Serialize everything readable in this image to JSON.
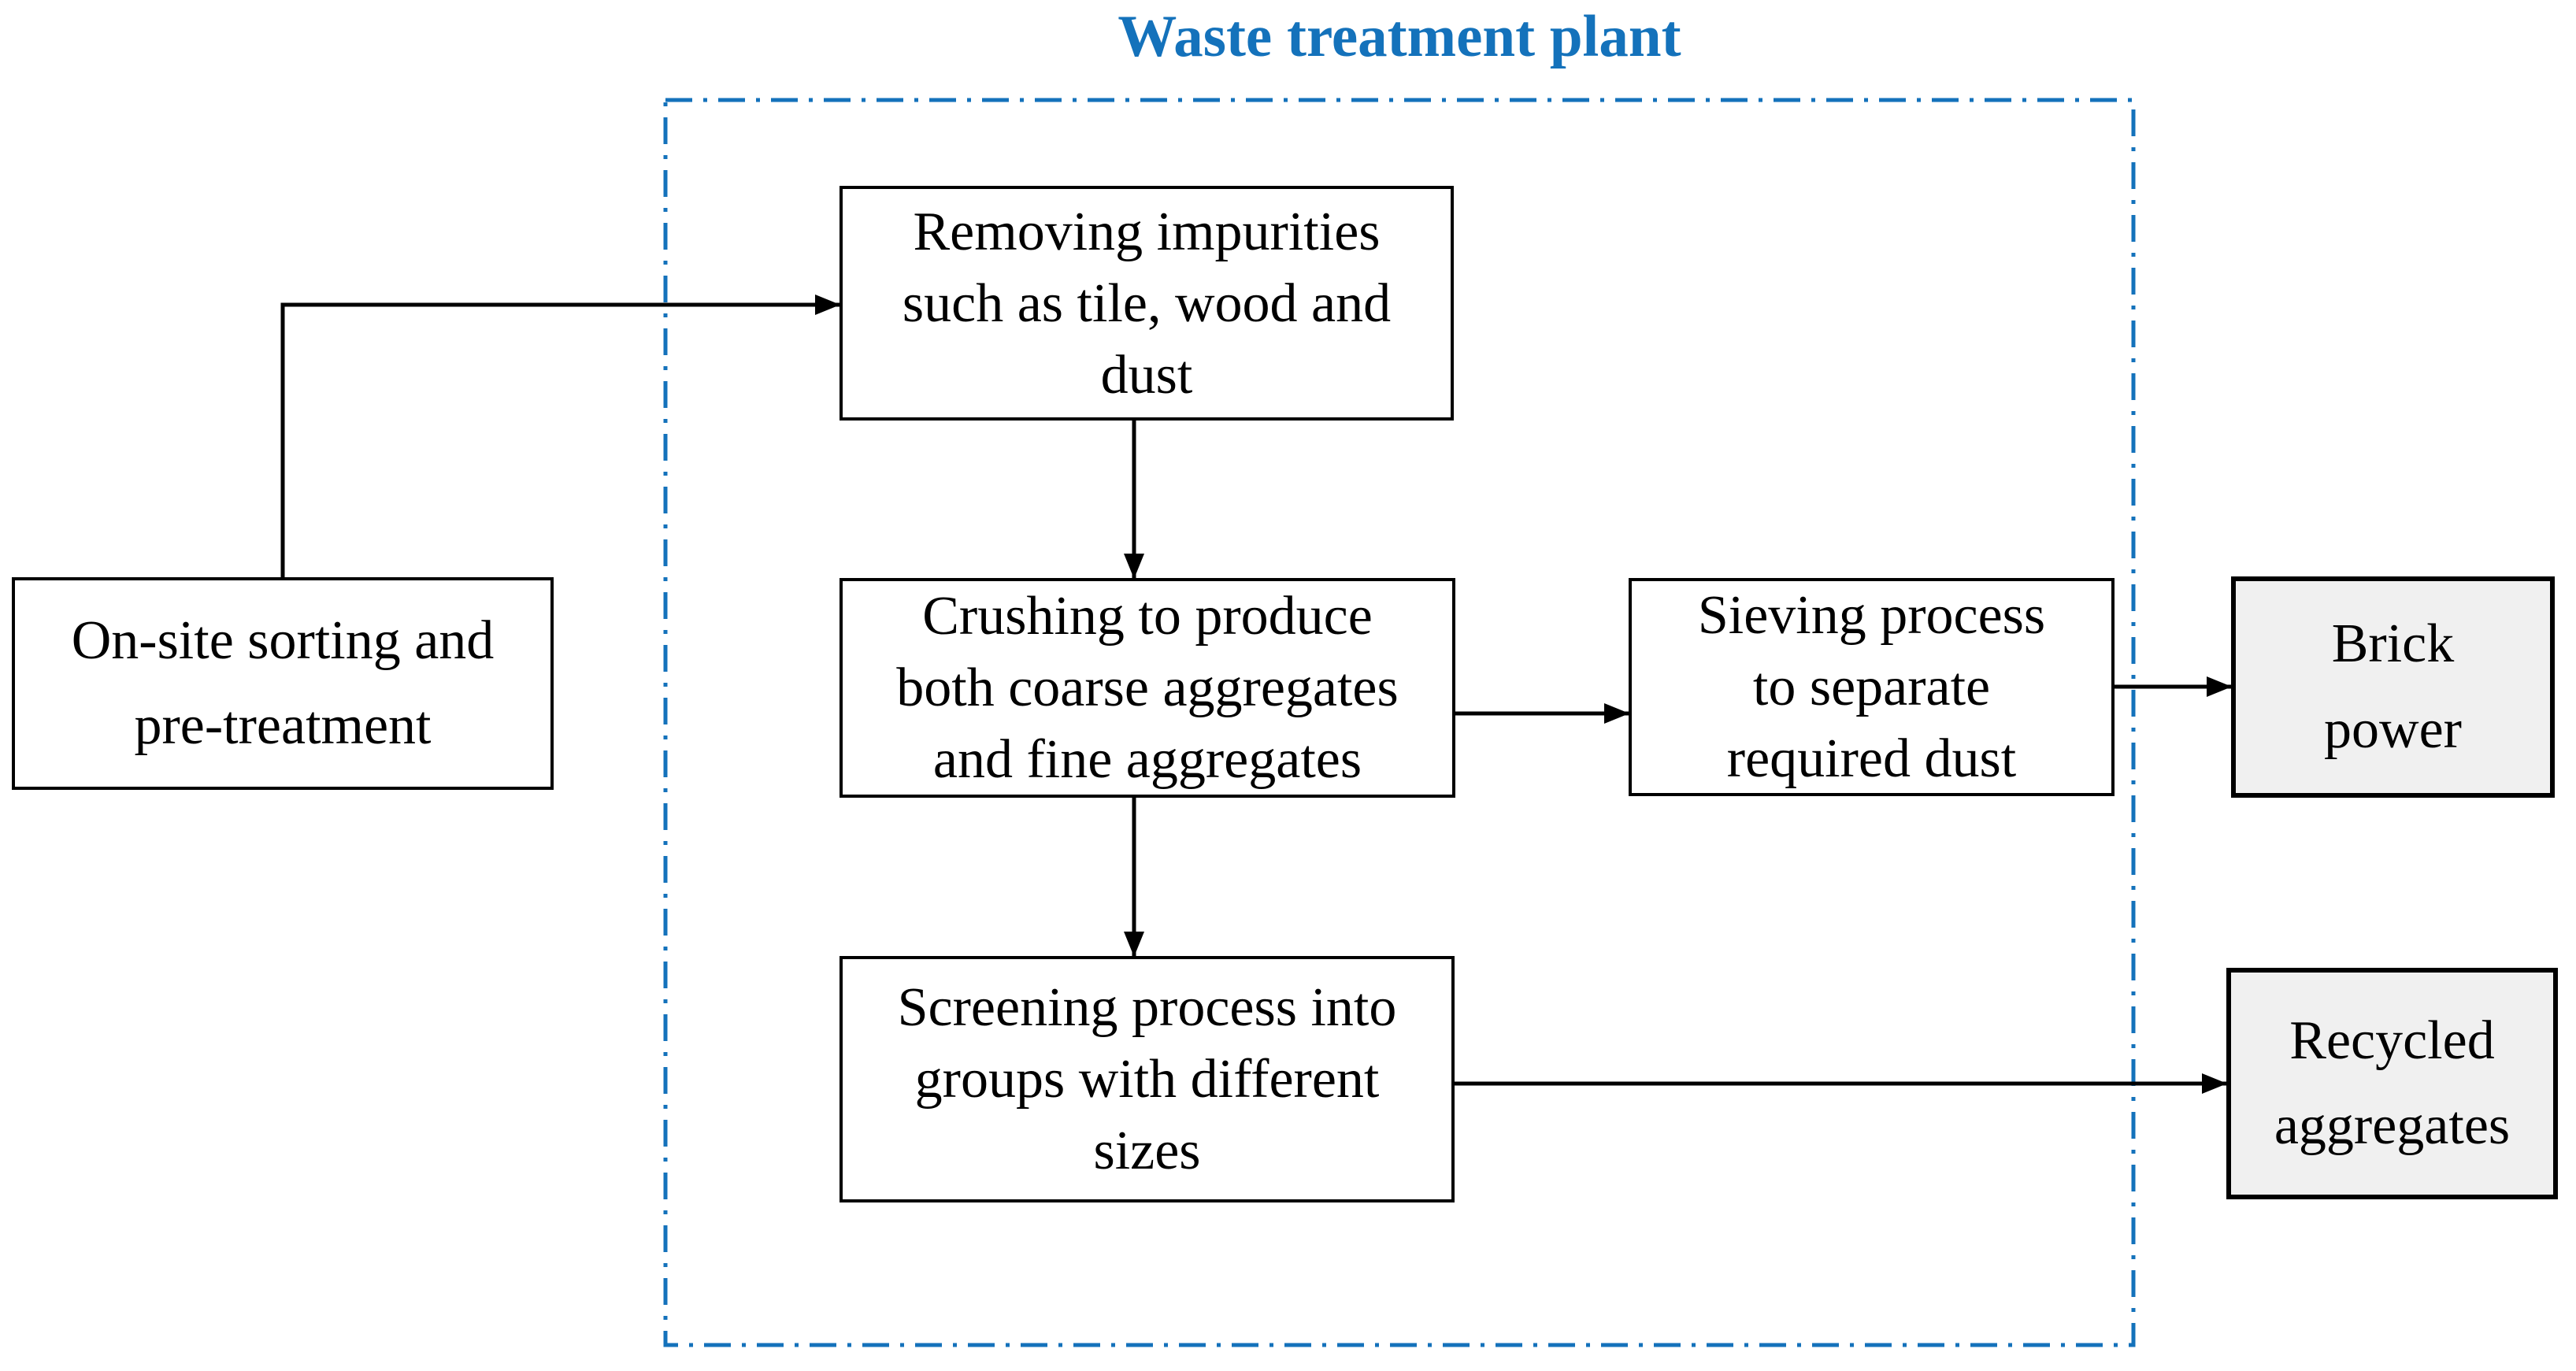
{
  "title": "Waste treatment plant",
  "colors": {
    "accent_blue": "#1472bb",
    "line_black": "#000000",
    "output_box_fill": "#f0f0f0",
    "process_box_fill": "#ffffff"
  },
  "boundary": {
    "name": "Waste treatment plant dashed boundary",
    "style": "dash-dot"
  },
  "nodes": {
    "onsite": {
      "label": "On-site sorting and\npre-treatment"
    },
    "removing": {
      "label": "Removing impurities\nsuch as tile, wood and\ndust"
    },
    "crushing": {
      "label": "Crushing to produce\nboth coarse aggregates\nand fine aggregates"
    },
    "sieving": {
      "label": "Sieving process\nto separate\nrequired dust"
    },
    "brick": {
      "label": "Brick\npower"
    },
    "screening": {
      "label": "Screening process into\ngroups with different\nsizes"
    },
    "recycled": {
      "label": "Recycled\naggregates"
    }
  },
  "connections": [
    {
      "from": "onsite",
      "to": "removing"
    },
    {
      "from": "removing",
      "to": "crushing"
    },
    {
      "from": "crushing",
      "to": "sieving"
    },
    {
      "from": "sieving",
      "to": "brick"
    },
    {
      "from": "crushing",
      "to": "screening"
    },
    {
      "from": "screening",
      "to": "recycled"
    }
  ]
}
